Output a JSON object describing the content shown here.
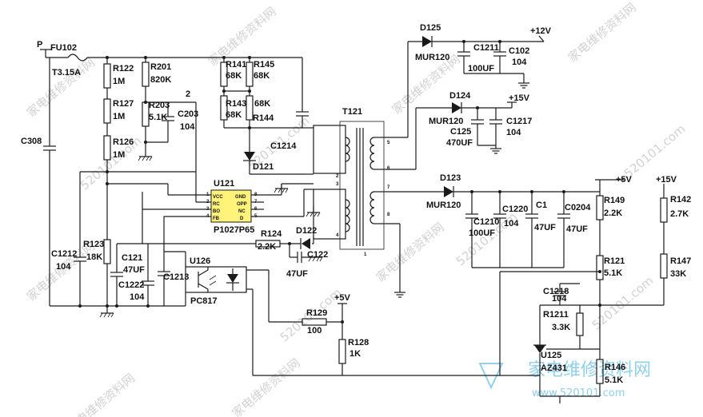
{
  "watermark": {
    "chinese": "家电维修资料网",
    "site": "520101.com",
    "site_logo": "www.520101.com"
  },
  "labels": {
    "p_terminal": "P",
    "fu102": "FU102",
    "fu102_val": "T3.15A",
    "c308": "C308",
    "r122": "R122",
    "r122_val": "1M",
    "r127": "R127",
    "r127_val": "1M",
    "r126": "R126",
    "r126_val": "1M",
    "r201": "R201",
    "r201_val": "820K",
    "r203": "R203",
    "r203_val": "5.1K",
    "c203": "C203",
    "c203_val": "104",
    "node2": "2",
    "r141": "R141",
    "r141_val": "68K",
    "r145": "R145",
    "r145_val": "68K",
    "r143": "R143",
    "r143_val": "68K",
    "r144_val": "68K",
    "r144": "R144",
    "c1214": "C1214",
    "d121": "D121",
    "t121": "T121",
    "u121": "U121",
    "ic_part": "P1027P65",
    "ic_vcc": "VCC",
    "ic_gnd": "GND",
    "ic_rc": "RC",
    "ic_opp": "OPP",
    "ic_bo": "BO",
    "ic_nc": "NC",
    "ic_fb": "FB",
    "ic_d": "D",
    "r124": "R124",
    "r124_val": "2.2K",
    "d122": "D122",
    "c122": "C122",
    "c122_val": "47UF",
    "c1212": "C1212",
    "c1212_val": "104",
    "r123": "R123",
    "r123_val": "18K",
    "c121": "C121",
    "c121_val": "47UF",
    "c1222": "C1222",
    "c1222_val": "104",
    "c1213": "C1213",
    "u126": "U126",
    "pc817": "PC817",
    "plus5v_a": "+5V",
    "r129": "R129",
    "r129_val": "100",
    "r128": "R128",
    "r128_val": "1K",
    "d125": "D125",
    "mur120_a": "MUR120",
    "c1211": "C1211",
    "c1211_val": "100UF",
    "c102": "C102",
    "c102_val": "104",
    "plus12v": "+12V",
    "d124": "D124",
    "mur120_b": "MUR120",
    "plus15v_a": "+15V",
    "c125": "C125",
    "c125_val": "470UF",
    "c1217": "C1217",
    "c1217_val": "104",
    "d123": "D123",
    "mur120_c": "MUR120",
    "plus5v_b": "+5V",
    "plus15v_b": "+15V",
    "c1210": "C1210",
    "c1210_val": "100UF",
    "c1220": "C1220",
    "c1220_val": "104",
    "c1": "C1",
    "c1_val": "47UF",
    "c0204": "C0204",
    "c0204_val": "47UF",
    "r149": "R149",
    "r149_val": "2.2K",
    "r142": "R142",
    "r142_val": "2.7K",
    "r121": "R121",
    "r121_val": "5.1K",
    "r147": "R147",
    "r147_val": "33K",
    "c1218": "C1218",
    "c1218_val": "104",
    "r1211": "R1211",
    "r1211_val": "3.3K",
    "u125": "U125",
    "az431": "AZ431",
    "r146": "R146",
    "r146_val": "5.1K",
    "pin1": "1",
    "pin2": "2",
    "pin3": "3",
    "pin4": "4",
    "pin5": "5",
    "pin6": "6",
    "pin7": "7",
    "pin8": "8",
    "tpin1": "1",
    "tpin2": "2",
    "tpin3": "3",
    "tpin4": "4",
    "tpin5": "5",
    "tpin6": "6",
    "tpin7": "7",
    "tpin8": "8"
  }
}
